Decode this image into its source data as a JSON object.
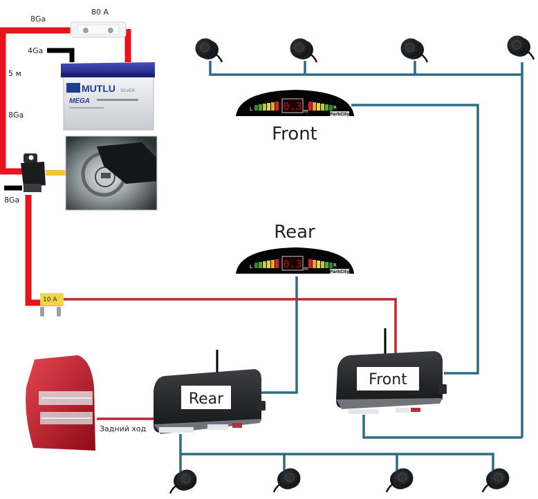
{
  "diagram": {
    "labels": {
      "wire_top": "8Ga",
      "fuse_main": "80 A",
      "wire_ground": "4Ga",
      "length": "5 м",
      "wire_side": "8Ga",
      "wire_relay": "8Ga",
      "fuse_small": "10 A",
      "reverse_signal": "Задний ход"
    },
    "battery": {
      "brand": "MUTLU",
      "model": "MEGA",
      "brand_sub": "SILVER"
    },
    "displays": {
      "front": {
        "title": "Front",
        "reading": "0.3",
        "unit": "m",
        "left": "L",
        "right": "R",
        "logo": "ParkCity"
      },
      "rear": {
        "title": "Rear",
        "reading": "0.3",
        "unit": "m",
        "left": "L",
        "right": "R",
        "logo": "ParkCity"
      }
    },
    "control_units": {
      "front": {
        "label": "Front"
      },
      "rear": {
        "label": "Rear"
      }
    },
    "sensors": {
      "front_count": 4,
      "rear_count": 4
    },
    "colors": {
      "power_wire": "#e8141b",
      "thin_red_wire": "#c0272d",
      "sensor_wire": "#2c6b82",
      "ground_wire": "#000000",
      "ignition_wire": "#f5c242",
      "fuse_yellow": "#f3d54a"
    }
  }
}
